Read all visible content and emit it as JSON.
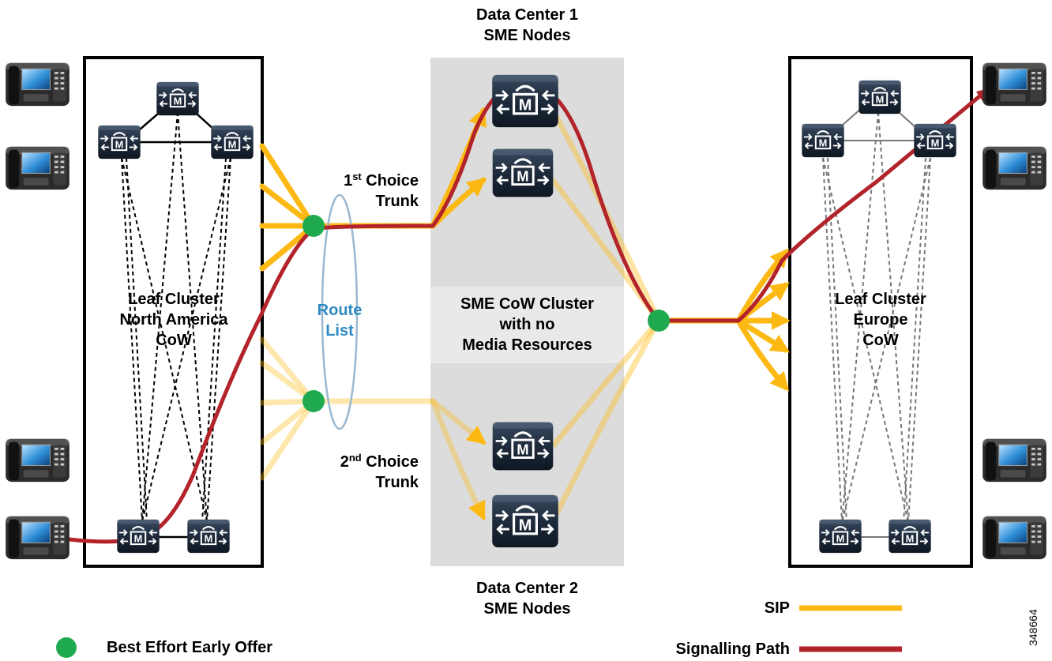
{
  "data_centers": {
    "dc1_label_line1": "Data Center 1",
    "dc1_label_line2": "SME Nodes",
    "dc2_label_line1": "Data Center 2",
    "dc2_label_line2": "SME Nodes",
    "sme_cluster_line1": "SME CoW Cluster",
    "sme_cluster_line2": "with no",
    "sme_cluster_line3": "Media Resources"
  },
  "leaf_clusters": {
    "north_america": [
      "Leaf Cluster",
      "North America",
      "CoW"
    ],
    "europe": [
      "Leaf Cluster",
      "Europe",
      "CoW"
    ]
  },
  "trunks": {
    "first_choice_ordinal": "1",
    "first_choice_suffix": "st",
    "first_choice_word": " Choice",
    "first_choice_line2": "Trunk",
    "second_choice_ordinal": "2",
    "second_choice_suffix": "nd",
    "second_choice_word": " Choice",
    "second_choice_line2": "Trunk"
  },
  "route_list": {
    "line1": "Route",
    "line2": "List"
  },
  "node_icon_letter": "M",
  "legend": {
    "sip": "SIP",
    "signalling_path": "Signalling Path",
    "best_effort": "Best Effort Early Offer"
  },
  "figure_id": "348664",
  "colors": {
    "sip": "#FDB913",
    "signalling": "#B3232A",
    "early_offer": "#1FAA50",
    "route_list": "#2E8BC0",
    "dc_panel": "#DCDCDC",
    "node_body": "#1E2B3C"
  }
}
